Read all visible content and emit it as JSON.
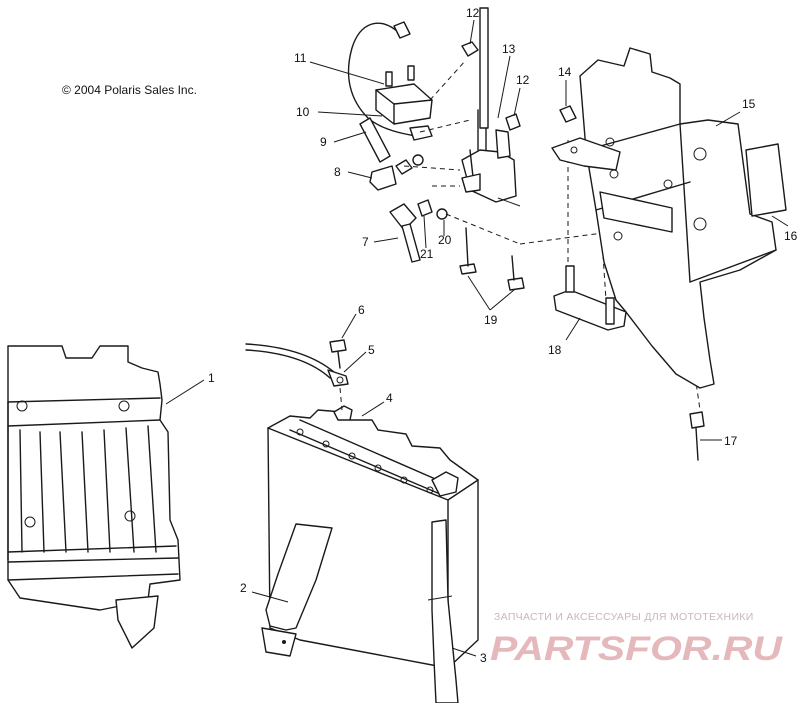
{
  "copyright": "© 2004 Polaris Sales Inc.",
  "callouts": [
    {
      "id": "p1",
      "label": "1"
    },
    {
      "id": "p2",
      "label": "2"
    },
    {
      "id": "p3",
      "label": "3"
    },
    {
      "id": "p4",
      "label": "4"
    },
    {
      "id": "p5",
      "label": "5"
    },
    {
      "id": "p6",
      "label": "6"
    },
    {
      "id": "p7",
      "label": "7"
    },
    {
      "id": "p8",
      "label": "8"
    },
    {
      "id": "p9",
      "label": "9"
    },
    {
      "id": "p10",
      "label": "10"
    },
    {
      "id": "p11",
      "label": "11"
    },
    {
      "id": "p12a",
      "label": "12"
    },
    {
      "id": "p12b",
      "label": "12"
    },
    {
      "id": "p13",
      "label": "13"
    },
    {
      "id": "p14",
      "label": "14"
    },
    {
      "id": "p15",
      "label": "15"
    },
    {
      "id": "p16",
      "label": "16"
    },
    {
      "id": "p17",
      "label": "17"
    },
    {
      "id": "p18",
      "label": "18"
    },
    {
      "id": "p19",
      "label": "19"
    },
    {
      "id": "p20",
      "label": "20"
    },
    {
      "id": "p21",
      "label": "21"
    }
  ],
  "watermark": {
    "tagline": "ЗАПЧАСТИ И АКСЕССУАРЫ ДЛЯ МОТОТЕХНИКИ",
    "logo": "PARTSFOR.RU"
  }
}
